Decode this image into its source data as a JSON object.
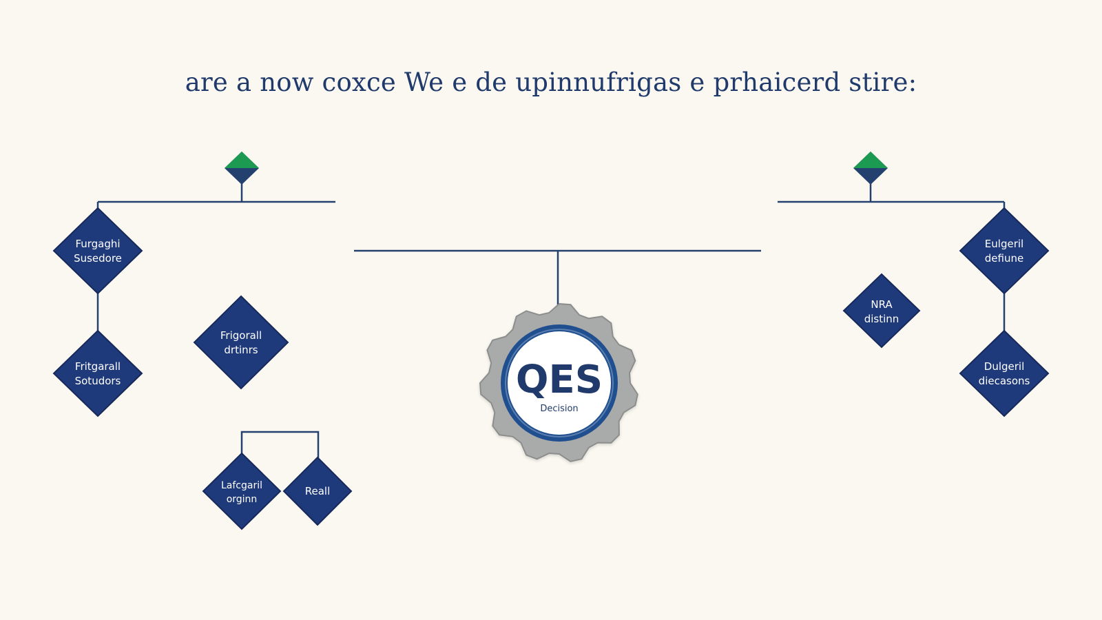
{
  "title": "are a now coxce We e de upinnufrigas e prhaicerd stire:",
  "colors": {
    "background": "#fbf8f1",
    "node_fill": "#1f3a7a",
    "node_stroke": "#16295a",
    "line": "#23406f",
    "node_text": "#ffffff",
    "accent_green": "#1c9a52",
    "seal_outer": "#a9abaa",
    "seal_ring": "#1f4f8f",
    "seal_text": "#1f3a6b"
  },
  "seal": {
    "label": "QES",
    "sublabel": "Decision"
  },
  "nodes": {
    "left_top": {
      "line1": "Furgaghi",
      "line2": "Susedore"
    },
    "left_bottom": {
      "line1": "Fritgarall",
      "line2": "Sotudors"
    },
    "left_middle": {
      "line1": "Frigorall",
      "line2": "drtinrs"
    },
    "left_small_a": {
      "line1": "Lafcgaril",
      "line2": "orginn"
    },
    "left_small_b": {
      "line1": "Reall",
      "line2": ""
    },
    "right_top": {
      "line1": "Eulgeril",
      "line2": "defiune"
    },
    "right_middle": {
      "line1": "NRA",
      "line2": "distinn"
    },
    "right_bottom": {
      "line1": "Dulgeril",
      "line2": "diecasons"
    }
  },
  "icons": {
    "left_marker": "green-diamond-marker-icon",
    "right_marker": "green-diamond-marker-icon",
    "seal": "gear-seal-icon"
  }
}
